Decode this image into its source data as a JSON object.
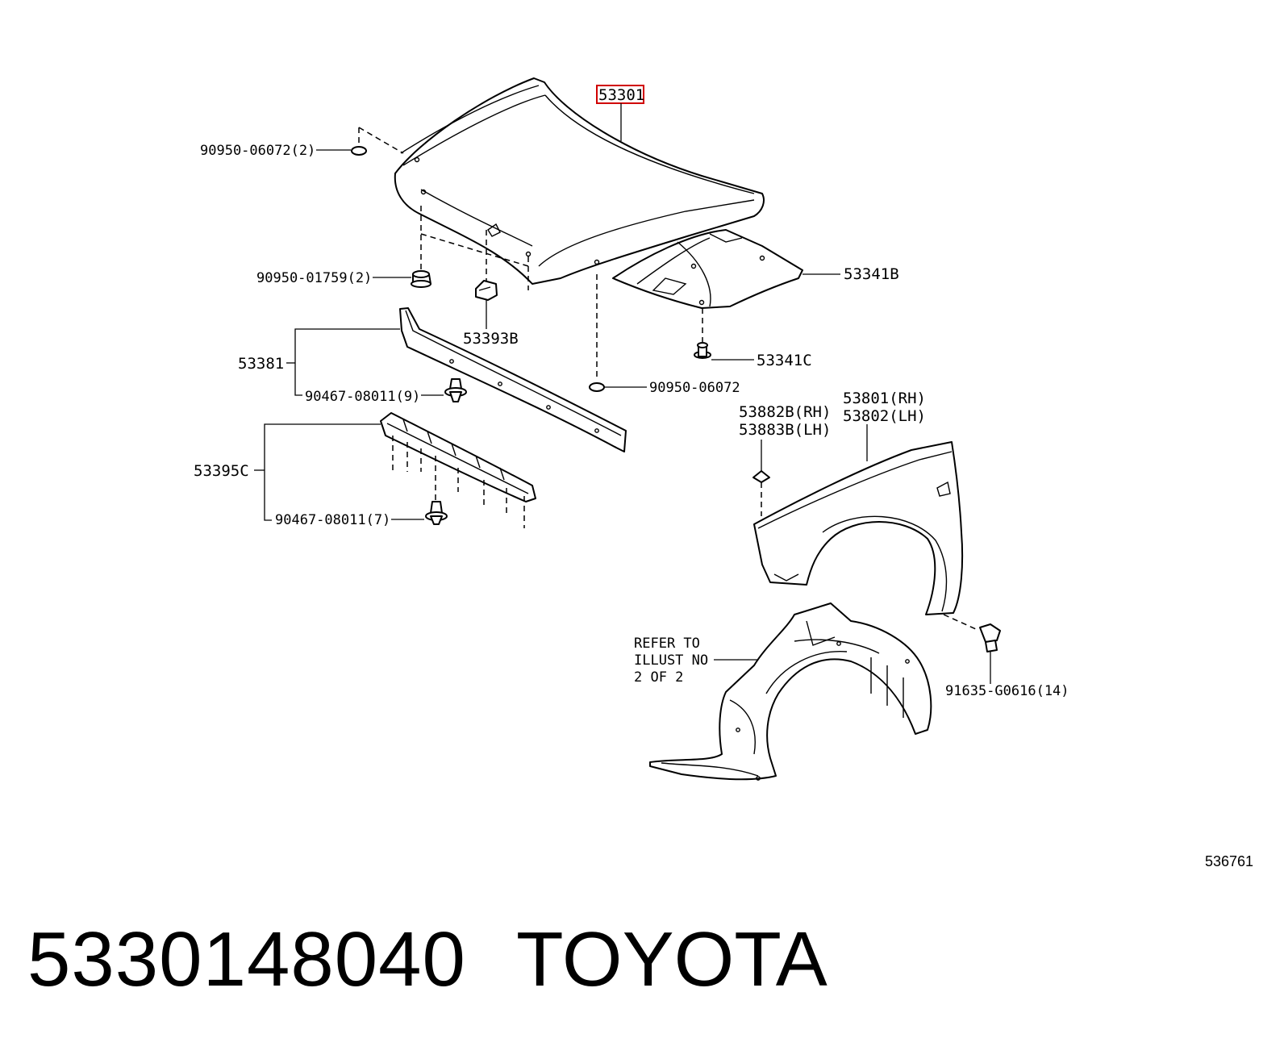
{
  "labels": {
    "hood": "53301",
    "plug_hood": "90950-06072(2)",
    "cushion": "90950-01759(2)",
    "stay_holder": "53393B",
    "insulator": "53341B",
    "insulator_clip": "53341C",
    "plug_lower": "90950-06072",
    "seal_front": "53381",
    "clip_seal_front": "90467-08011(9)",
    "seal_lower": "53395C",
    "clip_seal_lower": "90467-08011(7)",
    "fender_rh": "53801(RH)",
    "fender_lh": "53802(LH)",
    "fender_plate_rh": "53882B(RH)",
    "fender_plate_lh": "53883B(LH)",
    "bolt": "91635-G0616(14)",
    "refer_line1": "REFER TO",
    "refer_line2": "ILLUST NO",
    "refer_line3": "2 OF 2"
  },
  "illustration_number": "536761",
  "footer": {
    "part_number": "5330148040",
    "brand": "TOYOTA"
  },
  "highlight_color": "#d00000"
}
